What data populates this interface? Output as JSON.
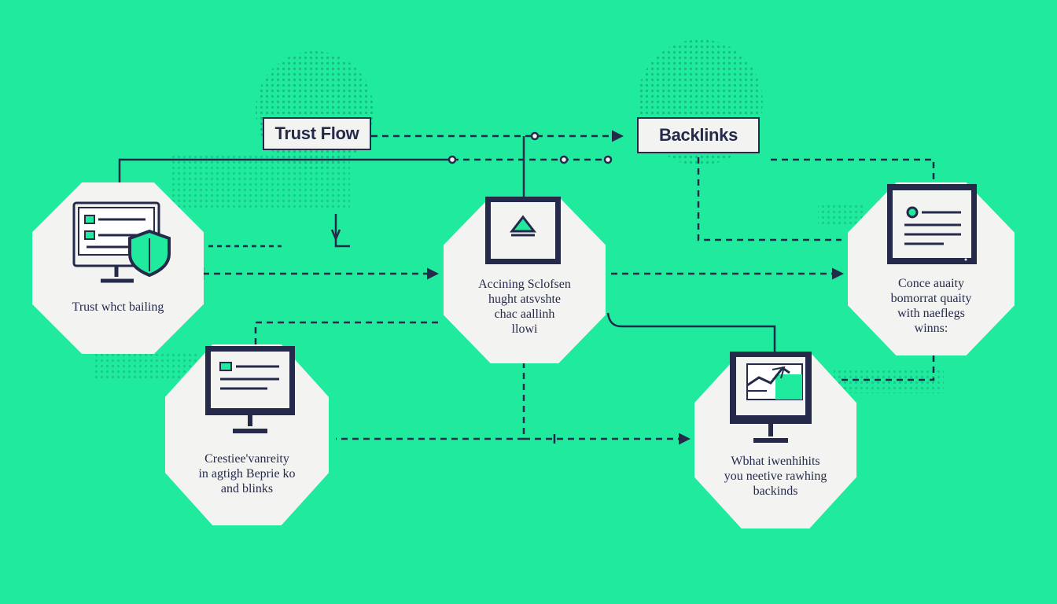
{
  "colors": {
    "background": "#1fea9e",
    "node_fill": "#f3f4f2",
    "ink": "#262a4a",
    "accent": "#1fea9e",
    "halftone": "#17b47a"
  },
  "labels": {
    "trust_flow": "Trust Flow",
    "backlinks": "Backlinks"
  },
  "nodes": {
    "trust": {
      "icon": "monitor-shield-icon",
      "caption": "Trust whct bailing"
    },
    "center": {
      "icon": "monitor-triangle-icon",
      "caption": "Accining Sclofsen\nhught atsvshte\nchac aallinh\nllowi"
    },
    "quality": {
      "icon": "monitor-document-icon",
      "caption": "Conce auaity\nbomorrat quaity\nwith naeflegs\nwinns:"
    },
    "creative": {
      "icon": "monitor-document-icon",
      "caption": "Crestiee'vanreity\nin agtigh Beprie ko\nand blinks"
    },
    "chart": {
      "icon": "monitor-chart-icon",
      "caption": "Wbhat iwenhihits\nyou neetive rawhing\nbackinds"
    }
  }
}
